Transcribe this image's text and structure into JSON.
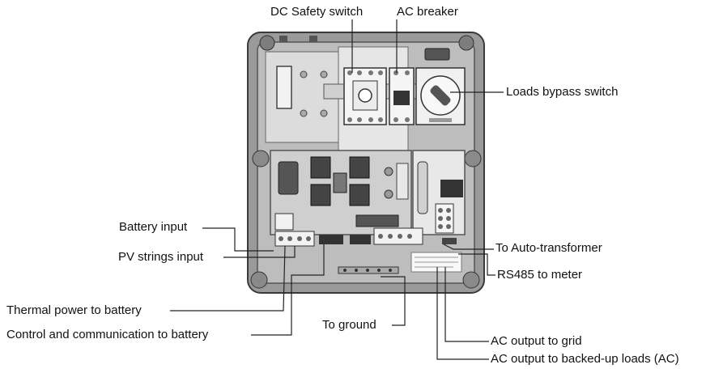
{
  "labels": {
    "dc_safety_switch": "DC Safety switch",
    "ac_breaker": "AC breaker",
    "loads_bypass_switch": "Loads bypass switch",
    "battery_input": "Battery input",
    "pv_strings_input": "PV strings input",
    "to_auto_transformer": "To Auto-transformer",
    "rs485_to_meter": "RS485 to meter",
    "thermal_power_to_battery": "Thermal power to battery",
    "control_and_communication": "Control and communication to battery",
    "to_ground": "To ground",
    "ac_output_to_grid": "AC output to grid",
    "ac_output_to_backed_up_loads": "AC output to backed-up loads (AC)"
  }
}
